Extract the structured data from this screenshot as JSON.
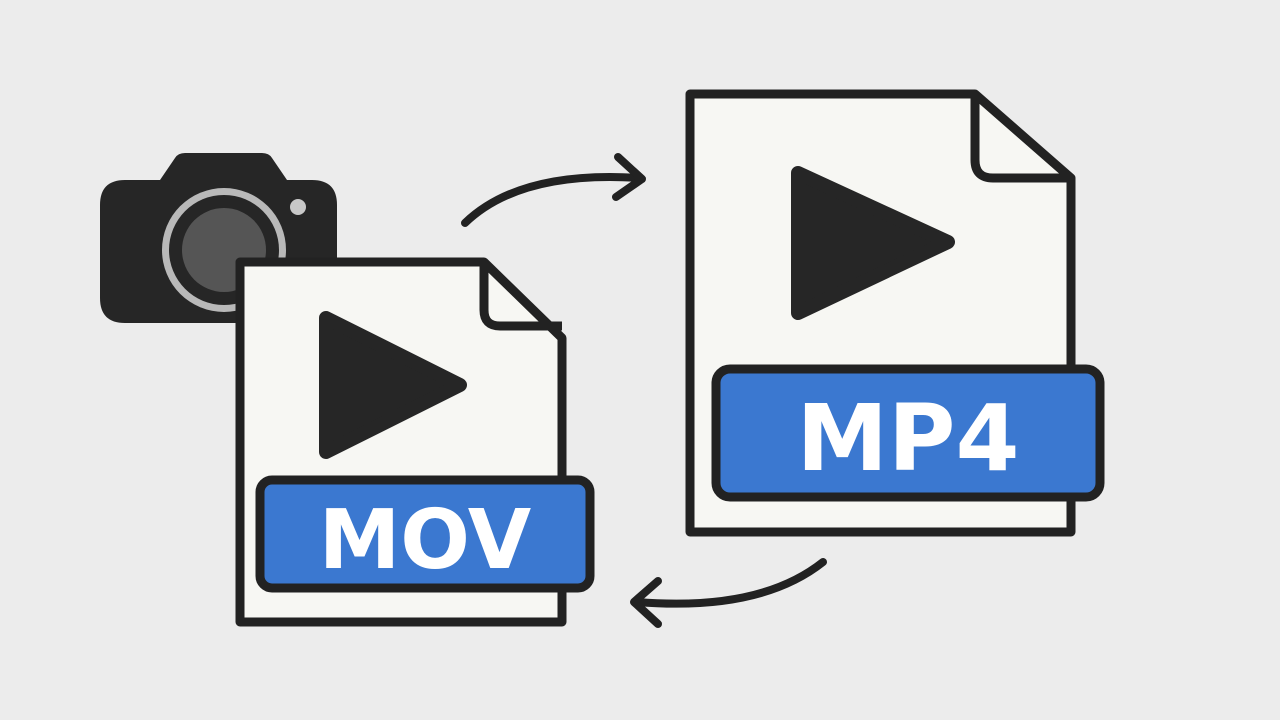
{
  "colors": {
    "background": "#ececec",
    "outline": "#222222",
    "paper": "#f7f7f3",
    "badge": "#3b78d0",
    "badge_text": "#ffffff",
    "camera_body": "#262626",
    "camera_lens_ring": "#b9b9b9",
    "camera_lens": "#555555",
    "camera_flash": "#c8c8c8"
  },
  "illustration": {
    "source_icon": "camera-icon",
    "source_file": {
      "format": "MOV",
      "icon": "play-icon"
    },
    "target_file": {
      "format": "MP4",
      "icon": "play-icon"
    },
    "arrows": [
      {
        "icon": "curved-arrow-right-icon",
        "direction": "source-to-target"
      },
      {
        "icon": "curved-arrow-left-icon",
        "direction": "target-to-source"
      }
    ]
  }
}
